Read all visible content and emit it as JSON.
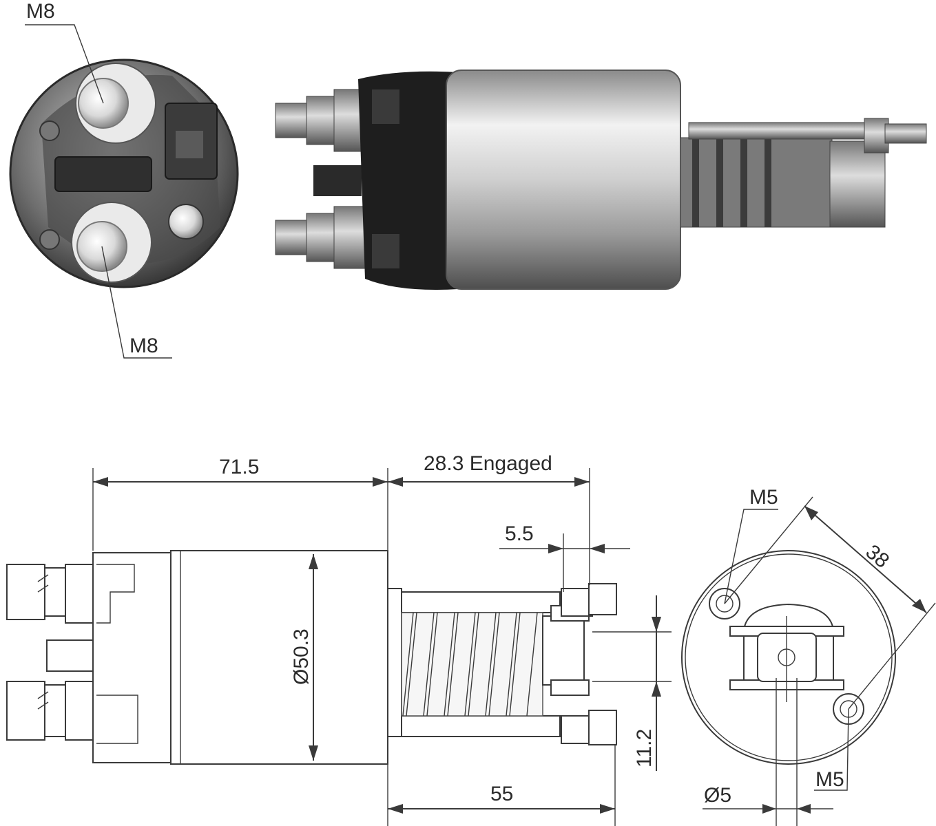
{
  "photo_labels": {
    "top_terminal": "M8",
    "bottom_terminal": "M8"
  },
  "dimensions": {
    "body_length": "71.5",
    "plunger_travel": "28.3 Engaged",
    "pin_offset": "5.5",
    "body_diameter": "Ø50.3",
    "mount_length": "55",
    "slot_width": "11.2",
    "bolt_spacing": "38",
    "top_bolt": "M5",
    "bottom_bolt": "M5",
    "pin_diameter": "Ø5"
  },
  "colors": {
    "line": "#3a3a3a",
    "steel_light": "#e8e8e8",
    "steel_dark": "#6f6f6f",
    "bakelite": "#1e1e1e"
  }
}
